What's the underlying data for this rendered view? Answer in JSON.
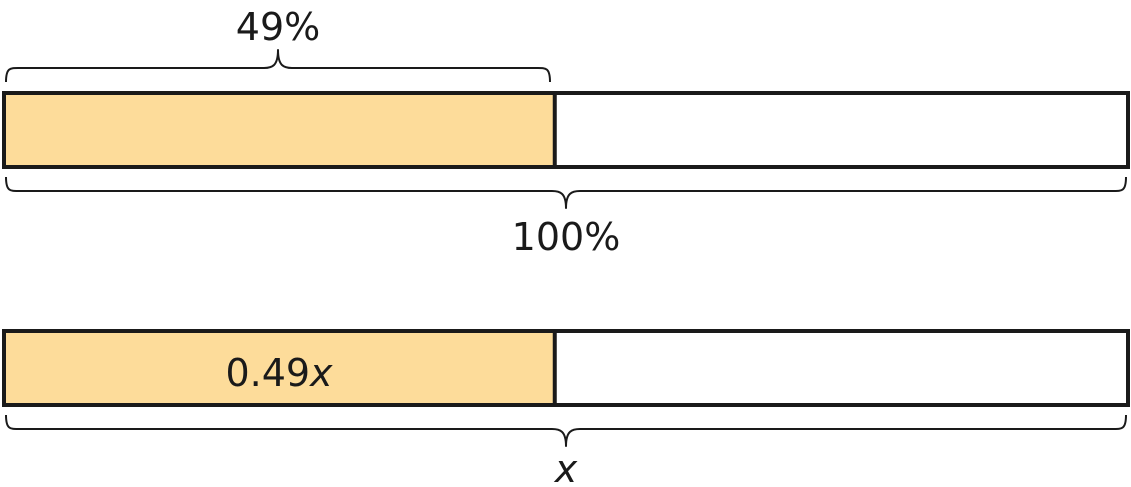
{
  "top_model": {
    "part_label": "49%",
    "whole_label": "100%",
    "shaded_fraction": 0.49
  },
  "bottom_model": {
    "part_label_number": "0.49",
    "part_label_variable": "x",
    "whole_label": "x",
    "shaded_fraction": 0.49
  },
  "colors": {
    "shaded": "#FDDC9A",
    "unshaded": "#FFFFFF",
    "stroke": "#1A1A1A"
  }
}
